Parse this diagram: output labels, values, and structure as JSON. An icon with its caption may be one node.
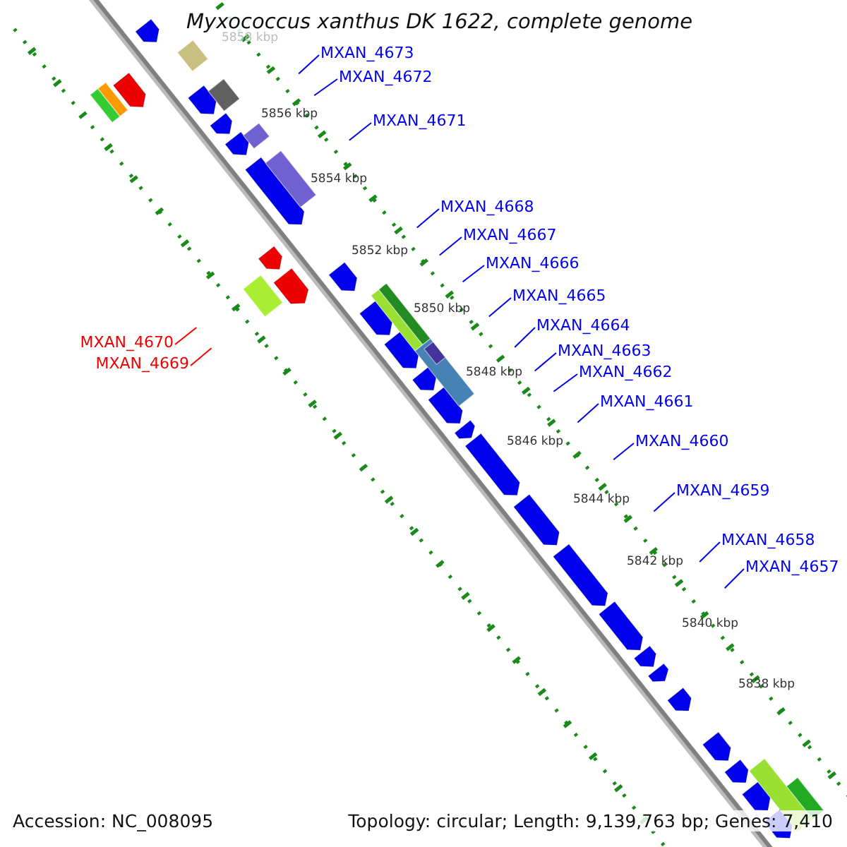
{
  "diagram": {
    "title": "Myxococcus xanthus DK 1622, complete genome",
    "nodes": [
      {
        "text": [
          "MXAN_4673"
        ]
      },
      {
        "text": [
          "MXAN_4672"
        ]
      },
      {
        "text": [
          "MXAN_4671"
        ]
      },
      {
        "text": [
          "MXAN_4668"
        ]
      },
      {
        "text": [
          "MXAN_4667"
        ]
      },
      {
        "text": [
          "MXAN_4666"
        ]
      },
      {
        "text": [
          "MXAN_4665"
        ]
      },
      {
        "text": [
          "MXAN_4664"
        ]
      },
      {
        "text": [
          "MXAN_4670"
        ]
      },
      {
        "text": [
          "MXAN_4663"
        ]
      },
      {
        "text": [
          "MXAN_4669"
        ]
      },
      {
        "text": [
          "MXAN_4662"
        ]
      },
      {
        "text": [
          "MXAN_4661"
        ]
      },
      {
        "text": [
          "MXAN_4660"
        ]
      },
      {
        "text": [
          "MXAN_4659"
        ]
      },
      {
        "text": [
          "MXAN_4658"
        ]
      },
      {
        "text": [
          "MXAN_4657"
        ]
      }
    ],
    "edges": [
      {
        "from": 0,
        "to": null,
        "arrow": "none"
      },
      {
        "from": 1,
        "to": null,
        "arrow": "none"
      },
      {
        "from": 2,
        "to": null,
        "arrow": "none"
      },
      {
        "from": 3,
        "to": null,
        "arrow": "none"
      },
      {
        "from": 4,
        "to": null,
        "arrow": "none"
      },
      {
        "from": 5,
        "to": null,
        "arrow": "none"
      },
      {
        "from": 6,
        "to": null,
        "arrow": "none"
      },
      {
        "from": 7,
        "to": null,
        "arrow": "none"
      },
      {
        "from": 8,
        "to": null,
        "arrow": "none",
        "color": "#ff0000"
      },
      {
        "from": 9,
        "to": null,
        "arrow": "none"
      },
      {
        "from": 10,
        "to": null,
        "arrow": "none",
        "color": "#ff0000"
      },
      {
        "from": 11,
        "to": null,
        "arrow": "none"
      },
      {
        "from": 12,
        "to": null,
        "arrow": "none"
      },
      {
        "from": 13,
        "to": null,
        "arrow": "none"
      },
      {
        "from": 14,
        "to": null,
        "arrow": "none"
      },
      {
        "from": 15,
        "to": null,
        "arrow": "none"
      },
      {
        "from": 16,
        "to": null,
        "arrow": "none"
      }
    ],
    "labels": [
      "5858 kbp",
      "5856 kbp",
      "5854 kbp",
      "5852 kbp",
      "5850 kbp",
      "5848 kbp",
      "5846 kbp",
      "5844 kbp",
      "5842 kbp",
      "5840 kbp",
      "5838 kbp",
      "Accession: NC_008095",
      "Topology: circular; Length: 9,139,763 bp; Genes: 7,410"
    ]
  }
}
